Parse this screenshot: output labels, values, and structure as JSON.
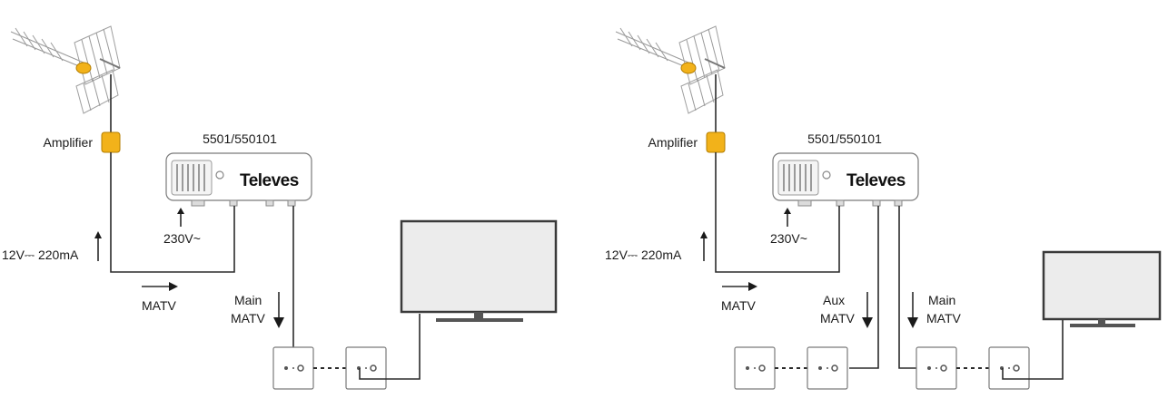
{
  "colors": {
    "amplifier": "#f2b21a",
    "wire": "#2b2b2b",
    "device_shell": "#ffffff",
    "tv_screen": "#ececec"
  },
  "left": {
    "amplifier_label": "Amplifier",
    "device_model": "5501/550101",
    "brand": "Televes",
    "mains_label": "230V~",
    "power_label": "12V⎓ 220mA",
    "matv_label": "MATV",
    "main_label": "Main",
    "main_matv_label": "MATV"
  },
  "right": {
    "amplifier_label": "Amplifier",
    "device_model": "5501/550101",
    "brand": "Televes",
    "mains_label": "230V~",
    "power_label": "12V⎓ 220mA",
    "matv_label": "MATV",
    "aux_label": "Aux",
    "aux_matv_label": "MATV",
    "main_label": "Main",
    "main_matv_label": "MATV"
  }
}
